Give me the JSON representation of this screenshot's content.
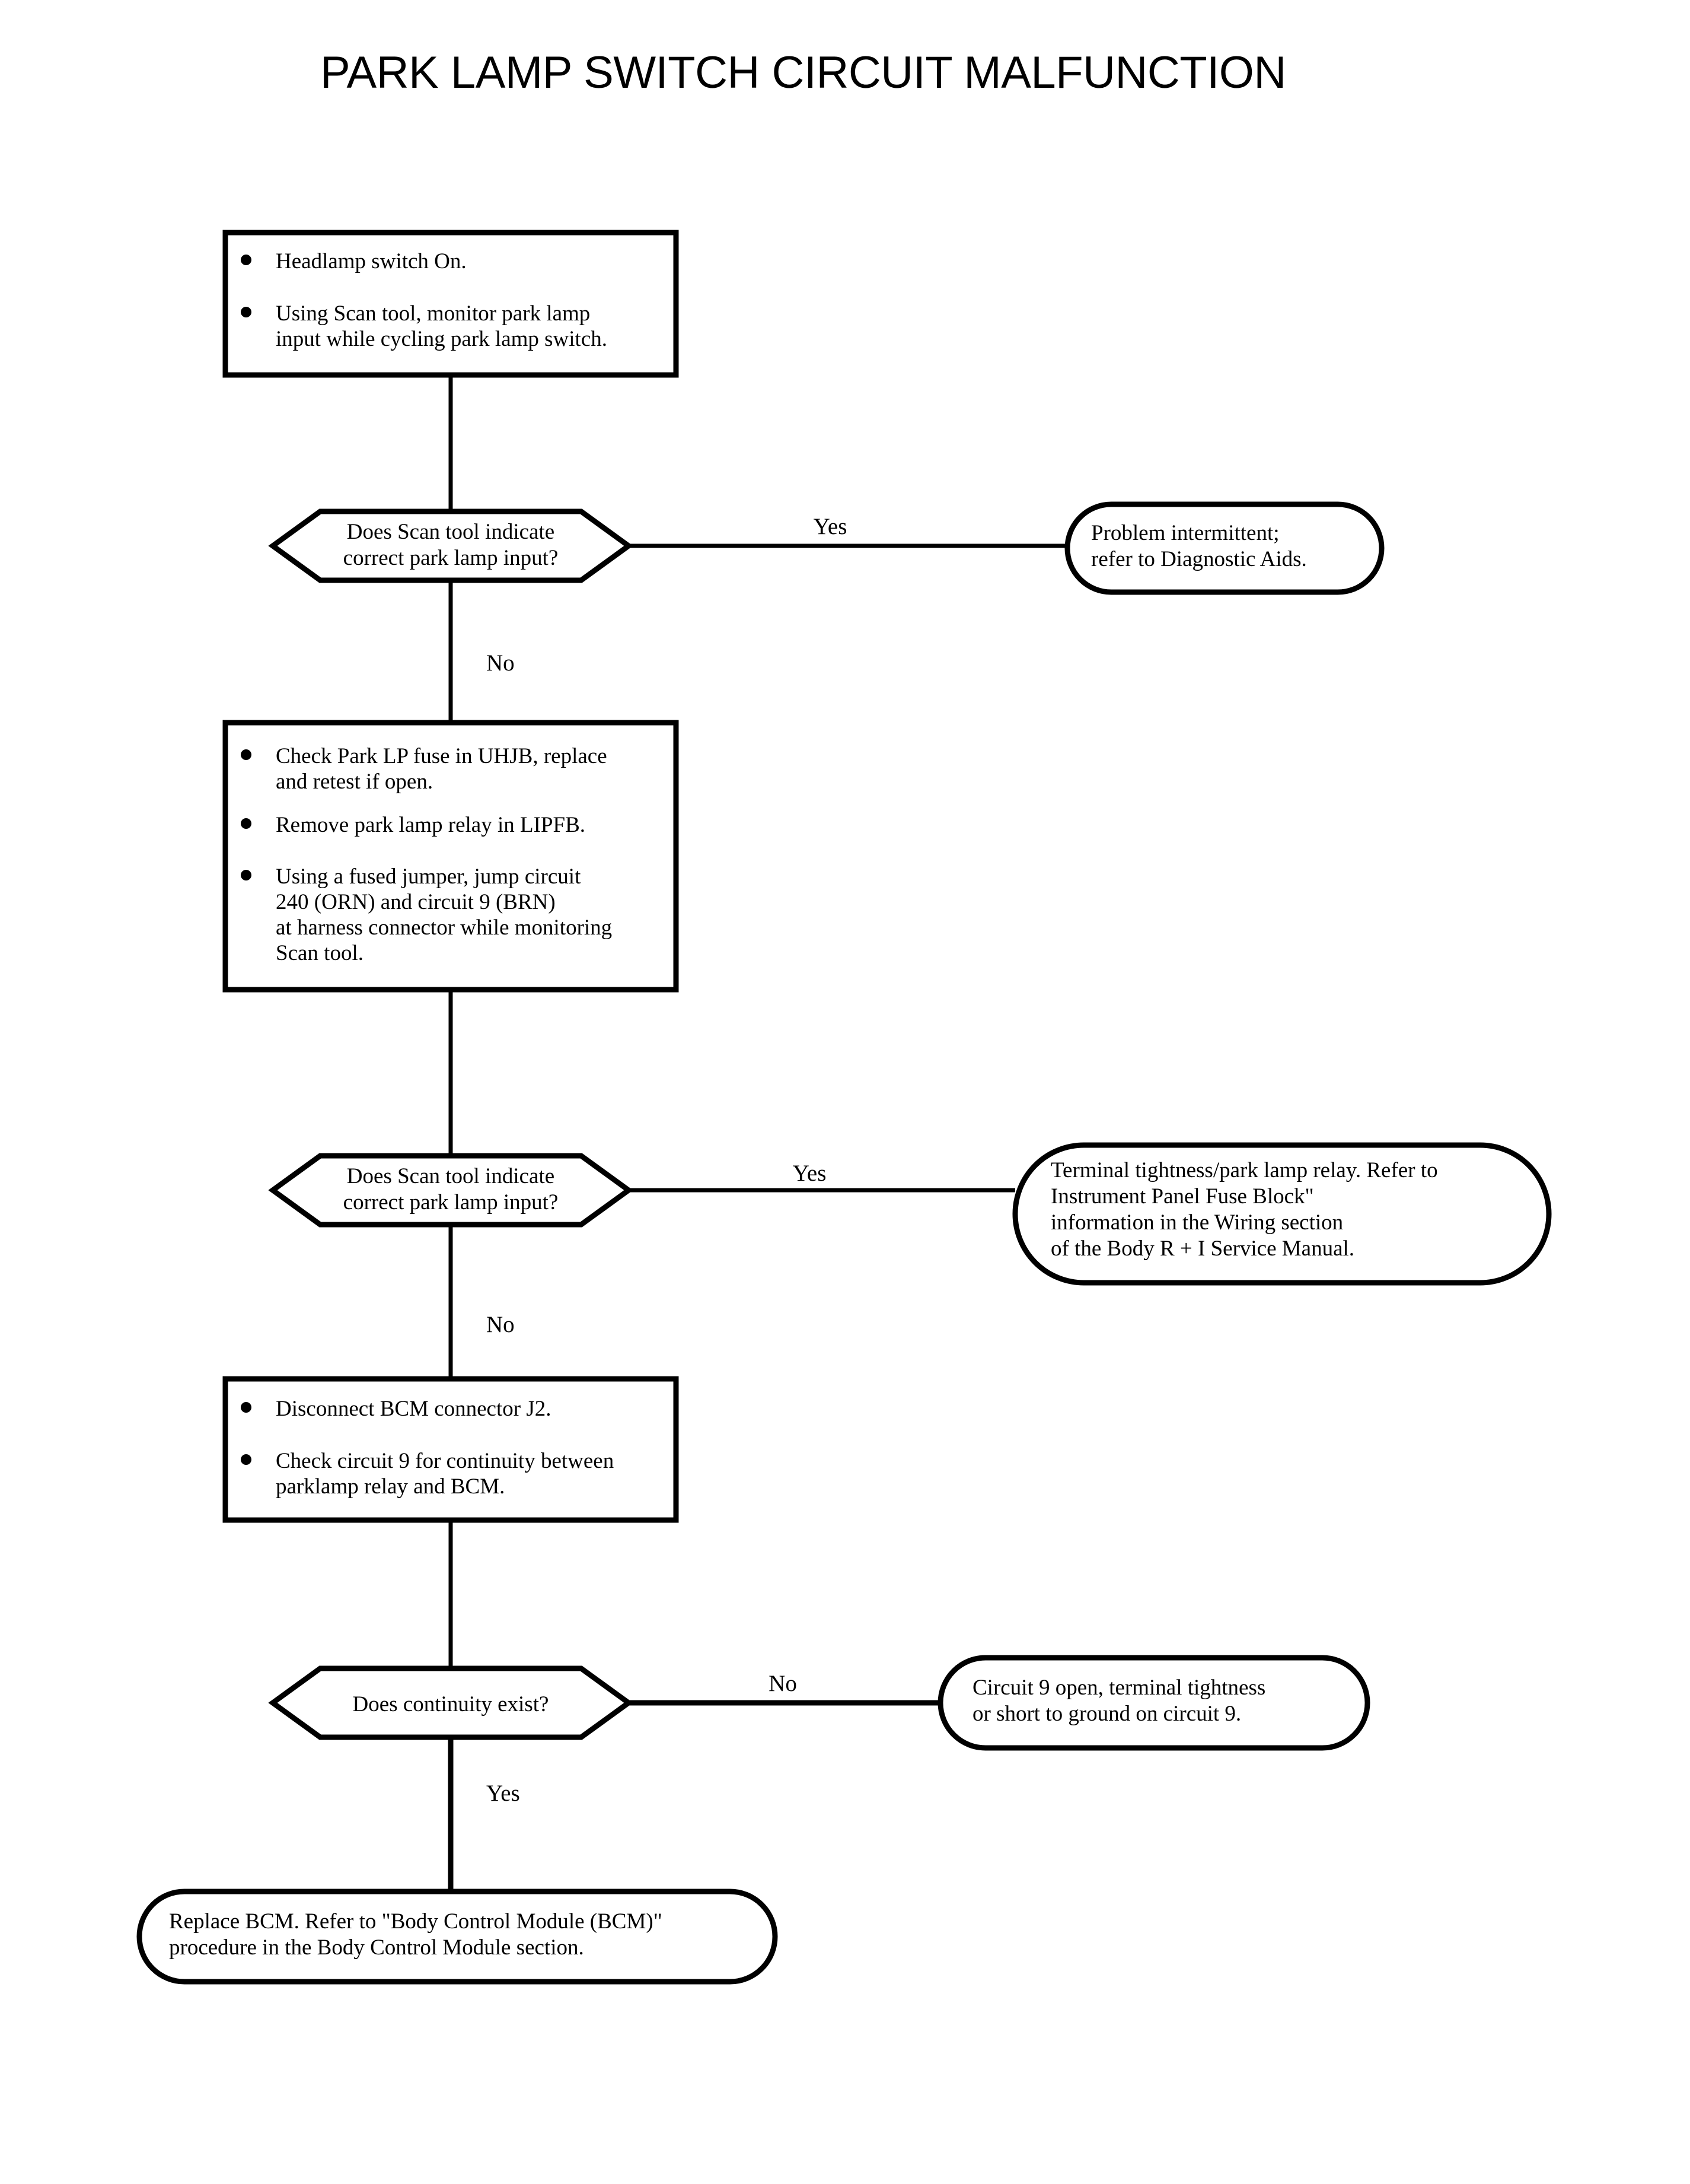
{
  "page": {
    "title": "PARK LAMP SWITCH CIRCUIT MALFUNCTION",
    "background_color": "#ffffff",
    "line_color": "#000000",
    "text_color": "#000000"
  },
  "chart_data": {
    "type": "diagram",
    "diagram_kind": "flowchart",
    "title": "PARK LAMP SWITCH CIRCUIT MALFUNCTION",
    "orientation": "top-to-bottom",
    "nodes": [
      {
        "id": "step1",
        "shape": "process",
        "bullets": [
          {
            "lines": [
              "Headlamp switch On."
            ]
          },
          {
            "lines": [
              "Using Scan tool, monitor park lamp",
              "input while cycling park lamp switch."
            ]
          }
        ]
      },
      {
        "id": "decision1",
        "shape": "decision",
        "lines": [
          "Does Scan tool indicate",
          "correct park lamp input?"
        ]
      },
      {
        "id": "result1",
        "shape": "terminator",
        "lines": [
          "Problem intermittent;",
          "refer to Diagnostic Aids."
        ]
      },
      {
        "id": "step2",
        "shape": "process",
        "bullets": [
          {
            "lines": [
              "Check Park LP fuse in UHJB, replace",
              "and retest if open."
            ]
          },
          {
            "lines": [
              "Remove park lamp relay in LIPFB."
            ]
          },
          {
            "lines": [
              "Using a fused jumper, jump circuit",
              "240 (ORN) and circuit 9 (BRN)",
              "at harness connector while monitoring",
              "Scan tool."
            ]
          }
        ]
      },
      {
        "id": "decision2",
        "shape": "decision",
        "lines": [
          "Does Scan tool indicate",
          "correct park lamp input?"
        ]
      },
      {
        "id": "result2",
        "shape": "terminator",
        "lines": [
          "Terminal tightness/park lamp relay. Refer to",
          "Instrument Panel Fuse Block\"",
          "information in the Wiring section",
          "of the Body R + I Service Manual."
        ]
      },
      {
        "id": "step3",
        "shape": "process",
        "bullets": [
          {
            "lines": [
              "Disconnect BCM connector J2."
            ]
          },
          {
            "lines": [
              "Check circuit 9 for continuity between",
              "parklamp relay and BCM."
            ]
          }
        ]
      },
      {
        "id": "decision3",
        "shape": "decision",
        "lines": [
          "Does continuity exist?"
        ]
      },
      {
        "id": "result3",
        "shape": "terminator",
        "lines": [
          "Circuit 9 open, terminal tightness",
          "or short to ground on circuit 9."
        ]
      },
      {
        "id": "result4",
        "shape": "terminator",
        "lines": [
          "Replace BCM. Refer to \"Body Control Module (BCM)\"",
          "procedure in the Body Control Module section."
        ]
      }
    ],
    "edges": [
      {
        "from": "step1",
        "to": "decision1",
        "label": ""
      },
      {
        "from": "decision1",
        "to": "result1",
        "label": "Yes"
      },
      {
        "from": "decision1",
        "to": "step2",
        "label": "No"
      },
      {
        "from": "step2",
        "to": "decision2",
        "label": ""
      },
      {
        "from": "decision2",
        "to": "result2",
        "label": "Yes"
      },
      {
        "from": "decision2",
        "to": "step3",
        "label": "No"
      },
      {
        "from": "step3",
        "to": "decision3",
        "label": ""
      },
      {
        "from": "decision3",
        "to": "result3",
        "label": "No"
      },
      {
        "from": "decision3",
        "to": "result4",
        "label": "Yes"
      }
    ],
    "branch_labels": {
      "decision1_yes": "Yes",
      "decision1_no": "No",
      "decision2_yes": "Yes",
      "decision2_no": "No",
      "decision3_no": "No",
      "decision3_yes": "Yes"
    }
  }
}
